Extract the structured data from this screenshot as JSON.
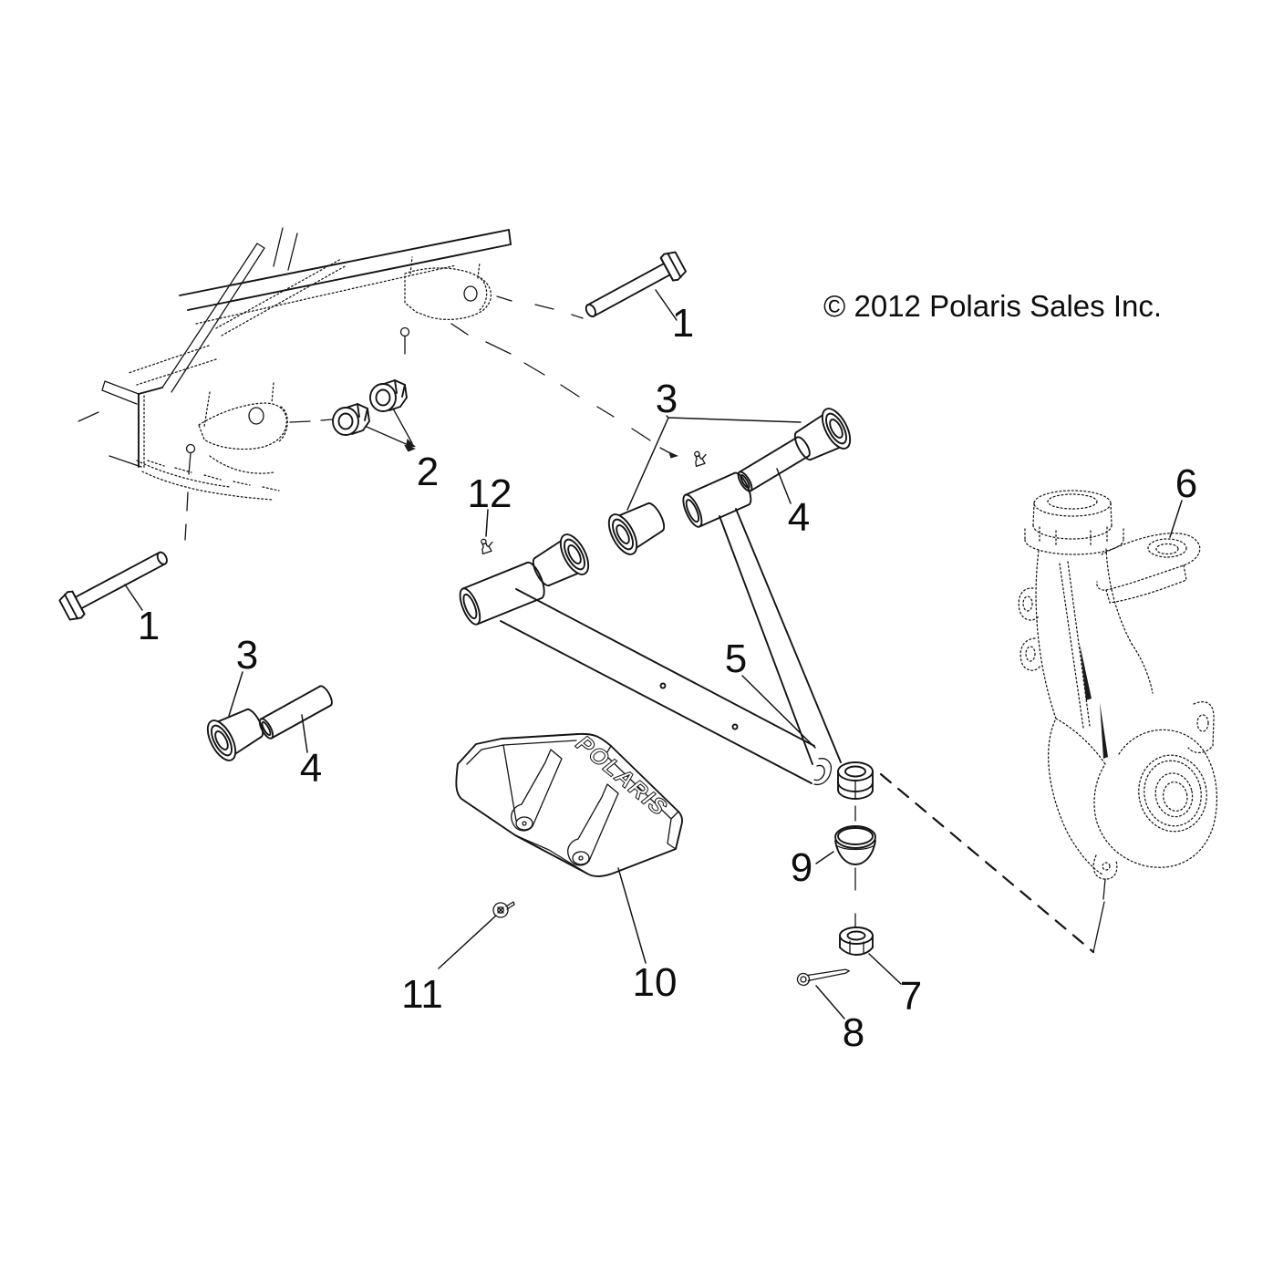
{
  "copyright": "© 2012 Polaris Sales Inc.",
  "brand": {
    "logo_text": "POLARIS"
  },
  "callouts": {
    "upper_pivot_bolt": {
      "number": "1"
    },
    "lower_pivot_bolt": {
      "number": "1"
    },
    "pivot_nuts": {
      "number": "2"
    },
    "upper_bushing": {
      "number": "3"
    },
    "lower_bushing": {
      "number": "3"
    },
    "upper_pivot_tube": {
      "number": "4"
    },
    "lower_pivot_tube": {
      "number": "4"
    },
    "control_arm": {
      "number": "5"
    },
    "steering_knuckle": {
      "number": "6"
    },
    "ball_joint_nut": {
      "number": "7"
    },
    "cotter_pin": {
      "number": "8"
    },
    "ball_joint_cap": {
      "number": "9"
    },
    "a_arm_guard": {
      "number": "10"
    },
    "guard_screw": {
      "number": "11"
    },
    "grease_fitting": {
      "number": "12"
    }
  }
}
